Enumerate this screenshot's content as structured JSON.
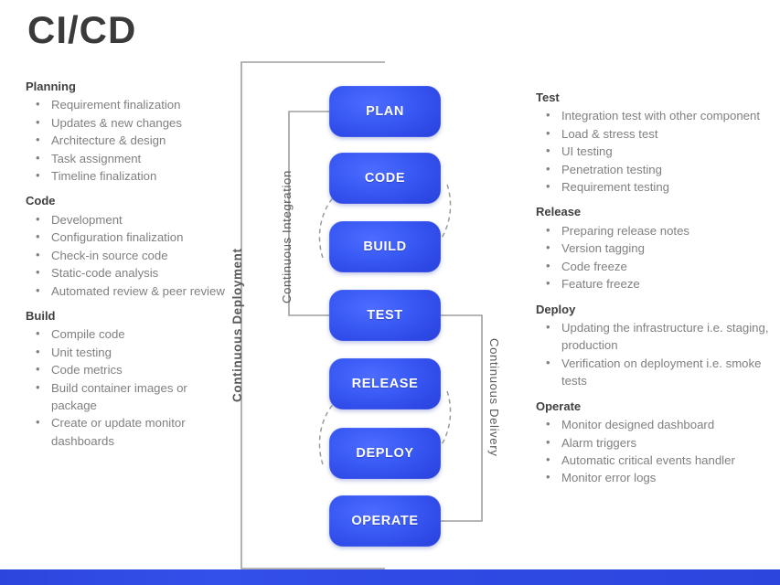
{
  "title": "CI/CD",
  "colors": {
    "box_blue": "#3a5bf5",
    "box_blue_dark": "#2a44dd",
    "heading_gray": "#404040",
    "body_gray": "#808080",
    "line_gray": "#9e9e9e",
    "bottom_bar": "#2f4ae4"
  },
  "left_column": [
    {
      "heading": "Planning",
      "items": [
        "Requirement finalization",
        "Updates & new changes",
        "Architecture & design",
        "Task assignment",
        "Timeline finalization"
      ]
    },
    {
      "heading": "Code",
      "items": [
        "Development",
        "Configuration finalization",
        "Check-in source code",
        "Static-code analysis",
        "Automated review & peer review"
      ]
    },
    {
      "heading": "Build",
      "items": [
        "Compile code",
        "Unit testing",
        "Code metrics",
        "Build container images or package",
        "Create or update monitor dashboards"
      ]
    }
  ],
  "right_column": [
    {
      "heading": "Test",
      "items": [
        "Integration test with other component",
        "Load & stress test",
        "UI testing",
        "Penetration testing",
        "Requirement testing"
      ]
    },
    {
      "heading": "Release",
      "items": [
        "Preparing release notes",
        "Version tagging",
        "Code freeze",
        "Feature freeze"
      ]
    },
    {
      "heading": "Deploy",
      "items": [
        "Updating the infrastructure i.e. staging, production",
        "Verification on deployment i.e. smoke tests"
      ]
    },
    {
      "heading": "Operate",
      "items": [
        "Monitor designed dashboard",
        "Alarm triggers",
        "Automatic critical events handler",
        "Monitor error logs"
      ]
    }
  ],
  "pipeline": {
    "stages": [
      {
        "id": "plan",
        "label": "PLAN"
      },
      {
        "id": "code",
        "label": "CODE"
      },
      {
        "id": "build",
        "label": "BUILD"
      },
      {
        "id": "test",
        "label": "TEST"
      },
      {
        "id": "release",
        "label": "RELEASE"
      },
      {
        "id": "deploy",
        "label": "DEPLOY"
      },
      {
        "id": "operate",
        "label": "OPERATE"
      }
    ],
    "loop_labels": {
      "continuous_integration": "Continuous  Integration",
      "continuous_delivery": "Continuous  Delivery",
      "continuous_deployment": "Continuous  Deployment"
    }
  }
}
